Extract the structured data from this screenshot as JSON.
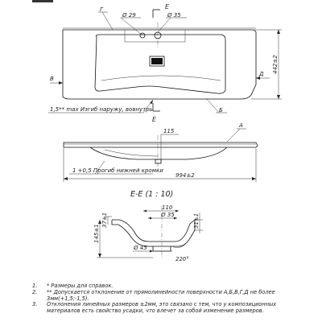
{
  "drawing": {
    "top_view": {
      "section_letter": "E",
      "letter_g": "Г",
      "letter_v": "В",
      "letter_d": "Д",
      "letter_b": "Б",
      "dim_left_hole": "Ø 29",
      "dim_right_hole": "Ø 35",
      "dim_depth": "442±2",
      "bend_note": "1,5** max Изгиб наружу, вовнутрь"
    },
    "side_view": {
      "section_letter": "E",
      "letter_a": "А",
      "dim_height": "115",
      "dim_width": "994±2",
      "edge_note": "1 +0,5 Прогиб нижней кромки"
    },
    "section_view": {
      "title": "E-E (1 : 10)",
      "dim_110": "110",
      "dim_d35": "Ø 35",
      "dim_d45": "Ø 45",
      "dim_37": "37±1",
      "dim_31": "31±1",
      "dim_145": "145±1",
      "dim_220": "220°"
    }
  },
  "notes": [
    {
      "num": "1.",
      "text": "* Размеры для справок."
    },
    {
      "num": "2.",
      "text": "** Допускается отклонение от прямолинейности поверхности А,Б,В,Г,Д не более\n3мм(+1,5;-1,5)."
    },
    {
      "num": "3.",
      "text": "Отклонения линейных размеров ±2мм, это связано с тем, что у композиционных\nматериалов есть свойство усадки, что влечет за собой изменение размеров."
    }
  ]
}
